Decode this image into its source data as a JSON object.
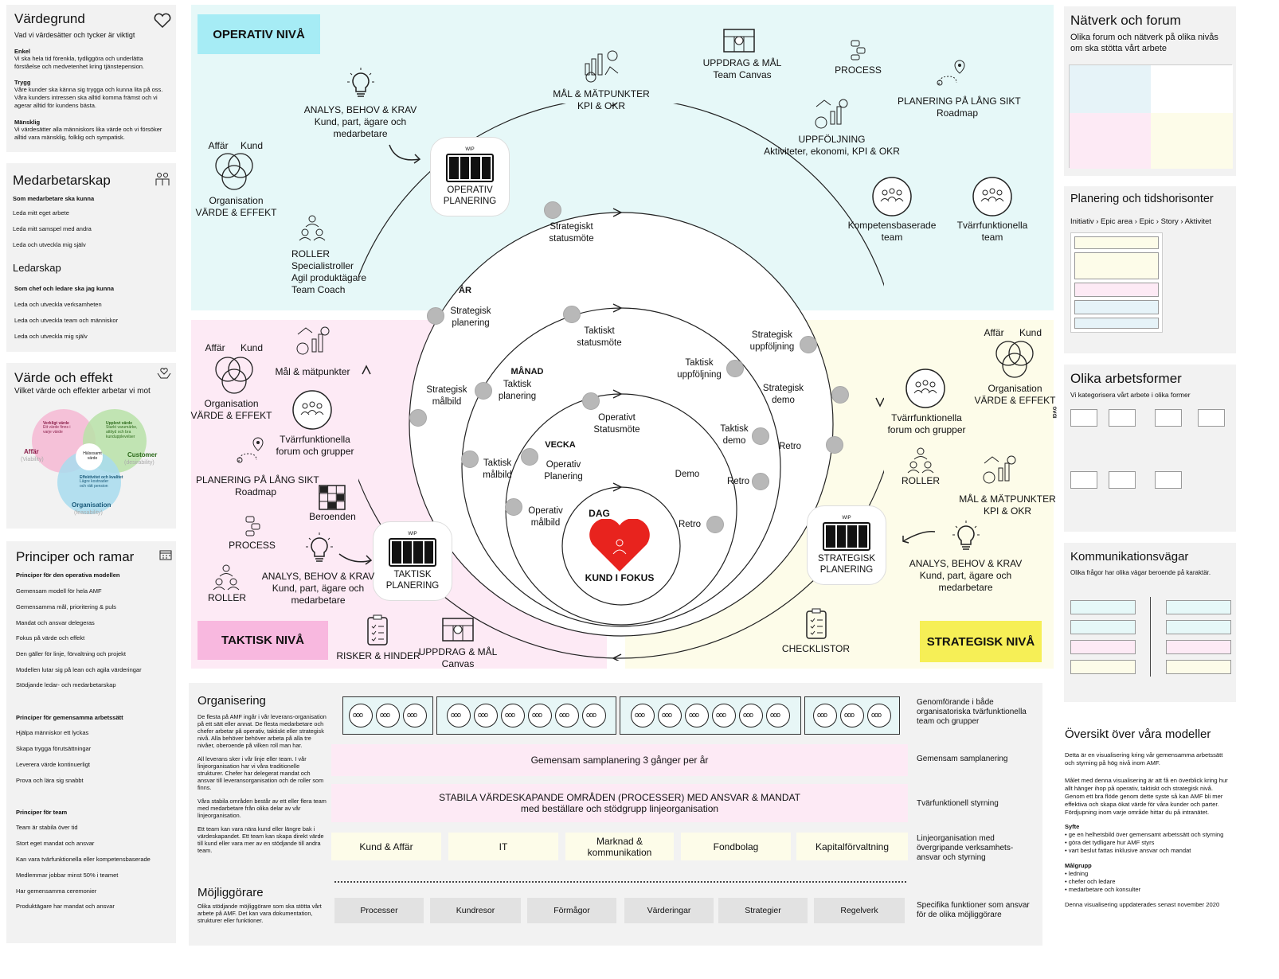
{
  "left": {
    "vardegrund": {
      "title": "Värdegrund",
      "subtitle": "Vad vi värdesätter och tycker är viktigt",
      "items": [
        {
          "head": "Enkel",
          "text": "Vi ska hela tid förenkla, tydliggöra och underlätta förståelse och medvetenhet kring tjänstepension."
        },
        {
          "head": "Trygg",
          "text": "Våre kunder ska känna sig trygga och kunna lita på oss. Våra kunders intressen ska alltid komma främst och vi agerar alltid för kundens bästa."
        },
        {
          "head": "Mänsklig",
          "text": "Vi värdesätter alla människors lika värde och vi försöker alltid vara mänsklig, folklig och sympatisk."
        }
      ]
    },
    "medarbetarskap": {
      "title": "Medarbetarskap",
      "sub1": "Som medarbetare ska kunna",
      "items1": [
        "Leda mitt eget arbete",
        "Leda mitt samspel med andra",
        "Leda och utveckla mig själv"
      ],
      "title2": "Ledarskap",
      "sub2": "Som chef och ledare ska jag kunna",
      "items2": [
        "Leda och utveckla verksamheten",
        "Leda och utveckla team och människor",
        "Leda och utveckla mig själv"
      ]
    },
    "varde": {
      "title": "Värde och effekt",
      "subtitle": "Vilket värde och effekter arbetar vi mot",
      "venn": {
        "c1": "Verkligt värde",
        "c1t": "Ett värde finns i varje värde",
        "c2": "Upplevt värde",
        "c2t": "Starkt varumärke, attityd och bra kundupplevelser",
        "c3": "Effektivitet och kvalitet",
        "c3t": "Lägre kostnader och rätt pension",
        "center": "Hälsosamt värde",
        "affar": "Affär",
        "affar2": "(Viability)",
        "customer": "Customer",
        "customer2": "(desirability)",
        "org": "Organisation",
        "org2": "(feasability)"
      }
    },
    "principer": {
      "title": "Principer och ramar",
      "sub1": "Principer  för den operativa modellen",
      "items1": [
        "Gemensam modell för hela AMF",
        "Gemensamma mål,  prioritering & puls",
        "Mandat och ansvar delegeras",
        "Fokus på värde och effekt",
        "Den gäller för linje, förvaltning och projekt",
        "Modellen lutar sig på lean och agila värderingar",
        "Stödjande ledar- och medarbetarskap"
      ],
      "sub2": "Principer för gemensamma arbetssätt",
      "items2": [
        "Hjälpa människor ett lyckas",
        "Skapa trygga förutsättningar",
        "Leverera värde kontinuerligt",
        "Prova och lära sig snabbt"
      ],
      "sub3": "Principer för team",
      "items3": [
        "Team är stabila över tid",
        "Stort eget mandat och ansvar",
        "Kan vara tvärfunktionella eller kompetensbaserade",
        "Medlemmar jobbar minst 50% i teamet",
        "Har gemensamma ceremonier",
        "Produktägare har mandat och ansvar"
      ]
    }
  },
  "center": {
    "levels": {
      "operativ": "OPERATIV NIVÅ",
      "taktisk": "TAKTISK NIVÅ",
      "strategisk": "STRATEGISK NIVÅ"
    },
    "colors": {
      "cyan": "#e6f8f8",
      "pink": "#fdeaf5",
      "yellow": "#fdfce9",
      "cyan_label": "#a6ecf5",
      "pink_label": "#f8b8df",
      "yellow_label": "#f6ef56",
      "heart": "#e8231e"
    },
    "op": {
      "analys": [
        "ANALYS, BEHOV & KRAV",
        "Kund, part, ägare och",
        "medarbetare"
      ],
      "mal": [
        "MÅL & MÄTPUNKTER",
        "KPI & OKR"
      ],
      "uppdrag": [
        "UPPDRAG & MÅL",
        "Team Canvas"
      ],
      "process": "PROCESS",
      "planering": [
        "PLANERING PÅ LÅNG SIKT",
        "Roadmap"
      ],
      "uppfoljning": [
        "UPPFÖLJNING",
        "Aktiviteter, ekonomi, KPI & OKR"
      ],
      "affar": "Affär",
      "kund": "Kund",
      "org": [
        "Organisation",
        "VÄRDE & EFFEKT"
      ],
      "roller": [
        "ROLLER",
        "Specialistroller",
        "Agil produktägare",
        "Team Coach"
      ],
      "komp": [
        "Kompetensbaserade",
        "team"
      ],
      "tvarr": [
        "Tvärrfunktionella",
        "team"
      ],
      "wip": "WIP",
      "wipt": [
        "OPERATIV",
        "PLANERING"
      ]
    },
    "tak": {
      "affar": "Affär",
      "kund": "Kund",
      "org": [
        "Organisation",
        "VÄRDE & EFFEKT"
      ],
      "mal": "Mål & mätpunkter",
      "tvarr": [
        "Tvärrfunktionella",
        "forum och grupper"
      ],
      "planering": [
        "PLANERING PÅ LÅNG SIKT",
        "Roadmap"
      ],
      "beroenden": "Beroenden",
      "process": "PROCESS",
      "roller": "ROLLER",
      "analys": [
        "ANALYS, BEHOV & KRAV",
        "Kund, part, ägare och",
        "medarbetare"
      ],
      "risker": "RISKER & HINDER",
      "uppdrag": [
        "UPPDRAG & MÅL",
        "Canvas"
      ],
      "wip": "WIP",
      "wipt": [
        "TAKTISK",
        "PLANERING"
      ]
    },
    "str": {
      "affar": "Affär",
      "kund": "Kund",
      "org": [
        "Organisation",
        "VÄRDE & EFFEKT"
      ],
      "tvarr": [
        "Tvärrfunktionella",
        "forum och grupper"
      ],
      "roller": "ROLLER",
      "mal": [
        "MÅL & MÄTPUNKTER",
        "KPI & OKR"
      ],
      "analys": [
        "ANALYS, BEHOV & KRAV",
        "Kund, part, ägare och",
        "medarbetare"
      ],
      "checklistor": "CHECKLISTOR",
      "wip": "WIP",
      "wipt": [
        "STRATEGISK",
        "PLANERING"
      ]
    },
    "cycle": {
      "ar": "ÅR",
      "manad": "MÅNAD",
      "vecka": "VECKA",
      "dag": "DAG",
      "kund": "KUND I FOKUS",
      "s_status": [
        "Strategiskt",
        "statusmöte"
      ],
      "s_plan": [
        "Strategisk",
        "planering"
      ],
      "s_malbild": [
        "Strategisk",
        "målbild"
      ],
      "s_uppf": [
        "Strategisk",
        "uppföljning"
      ],
      "s_demo": [
        "Strategisk",
        "demo"
      ],
      "s_retro": "Retro",
      "t_status": [
        "Taktiskt",
        "statusmöte"
      ],
      "t_plan": [
        "Taktisk",
        "planering"
      ],
      "t_malbild": [
        "Taktisk",
        "målbild"
      ],
      "t_uppf": [
        "Taktisk",
        "uppföljning"
      ],
      "t_demo": [
        "Taktisk",
        "demo"
      ],
      "t_retro": "Retro",
      "o_status": [
        "Operativt",
        "Statusmöte"
      ],
      "o_plan": [
        "Operativ",
        "Planering"
      ],
      "o_malbild": [
        "Operativ",
        "målbild"
      ],
      "o_demo": "Demo",
      "o_retro": "Retro"
    }
  },
  "bottom": {
    "org_title": "Organisering",
    "org_text": [
      "De flesta på AMF ingår i vår leverans-organisation på ett sätt eller annat. De flesta medarbetare och chefer arbetar på operativ, taktiskt eller strategisk nivå. Alla behöver behöver arbeta på alla tre nivåer, oberoende på vilken roll man har.",
      "All leverans sker i vår linje eller team. I vår linjeorganisation har vi våra traditionelle strukturer. Chefer har delegerat mandat och ansvar till leveransorganisation och de roller som finns.",
      "Våra stabila områden består av ett eller flera team med medarbetare från olika delar av vår linjeorganisation.",
      "Ett team kan vara nära kund eller längre bak i värdeskapandet.  Ett team kan skapa direkt värde till kund eller vara mer av en stödjande till andra team."
    ],
    "moj_title": "Möjliggörare",
    "moj_text": "Olika stödjande möjliggörare som ska stötta vårt arbete på AMF. Det kan vara dokumentation, strukturer eller funktioner.",
    "samplanering": "Gemensam samplanering 3 gånger per år",
    "stabila": [
      "STABILA VÄRDESKAPANDE OMRÅDEN (PROCESSER) MED ANSVAR & MANDAT",
      "med beställare och stödgrupp linjeorganisation"
    ],
    "linje": [
      "Kund & Affär",
      "IT",
      "Marknad & kommunikation",
      "Fondbolag",
      "Kapitalförvaltning"
    ],
    "enablers": [
      "Processer",
      "Kundresor",
      "Förmågor",
      "Värderingar",
      "Strategier",
      "Regelverk"
    ],
    "side": {
      "genomforande": "Genomförande i både organisatoriska tvärfunktionella team och grupper",
      "gemensam": "Gemensam samplanering",
      "tvarfunk": "Tvärfunktionell styrning",
      "linjeorg": "Linjeorganisation med övergripande  verksamhets-ansvar och styrning",
      "specifika": "Specifika funktioner som ansvar för de olika möjliggörare"
    }
  },
  "right": {
    "natverk": {
      "title": "Nätverk och forum",
      "subtitle": "Olika forum och nätverk på olika nivås om ska stötta vårt arbete"
    },
    "planering": {
      "title": "Planering och tidshorisonter",
      "chain": [
        "Initiativ",
        "Epic area",
        "Epic",
        "Story",
        "Aktivitet"
      ]
    },
    "arbetsformer": {
      "title": "Olika arbetsformer",
      "subtitle": "Vi kategorisera vårt arbete i olika former"
    },
    "kommunikation": {
      "title": "Kommunikationsvägar",
      "subtitle": "Olika frågor har olika vägar beroende på karaktär."
    },
    "oversikt": {
      "title": "Översikt över våra modeller",
      "p1": "Detta är en visualisering kring vår gemensamma arbetssätt och styrning på hög nivå inom AMF.",
      "p2": "Målet med  denna visualisering är att få en överblick kring hur allt hänger ihop på operativ, taktiskt och strategisk nivå. Genom ett bra flöde genom dette syste så kan AMF bli mer effektiva och skapa ökat värde för våra kunder och parter. Fördjupning inom varje område hittar du på intranätet.",
      "syfte": "Syfte",
      "syfte_items": [
        "• ge en helhetsbild över gemensamt arbetssätt och styrning",
        "• göra det tydligare hur AMF styrs",
        "• vart beslut fattas inklusive ansvar och mandat"
      ],
      "malgrupp": "Målgrupp",
      "malgrupp_items": [
        "• ledning",
        "• chefer och ledare",
        "• medarbetare och konsulter"
      ],
      "updated": "Denna visualisering uppdaterades senast november 2020"
    },
    "idag": "IDAG"
  }
}
